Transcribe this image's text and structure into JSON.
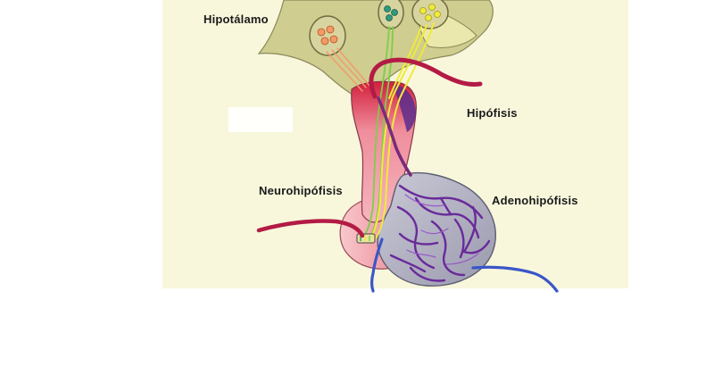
{
  "labels": {
    "hypothalamus": "Hipotálamo",
    "pituitary": "Hipófisis",
    "neurohypophysis": "Neurohipófisis",
    "adenohypophysis": "Adenohipófisis"
  },
  "colors": {
    "panel_background": "#f8f7dc",
    "hypothalamus_tissue": "#cfcd8f",
    "neurohypophysis": "#f4b0b8",
    "adenohypophysis": "#b6b6c6",
    "capillaries": "#6a2a9a",
    "artery": "#b31b45",
    "vein": "#3a56c8",
    "nerve_green": "#7ccf4a",
    "nerve_yellow": "#f0ea3c",
    "nerve_orange": "#f29a6a"
  }
}
